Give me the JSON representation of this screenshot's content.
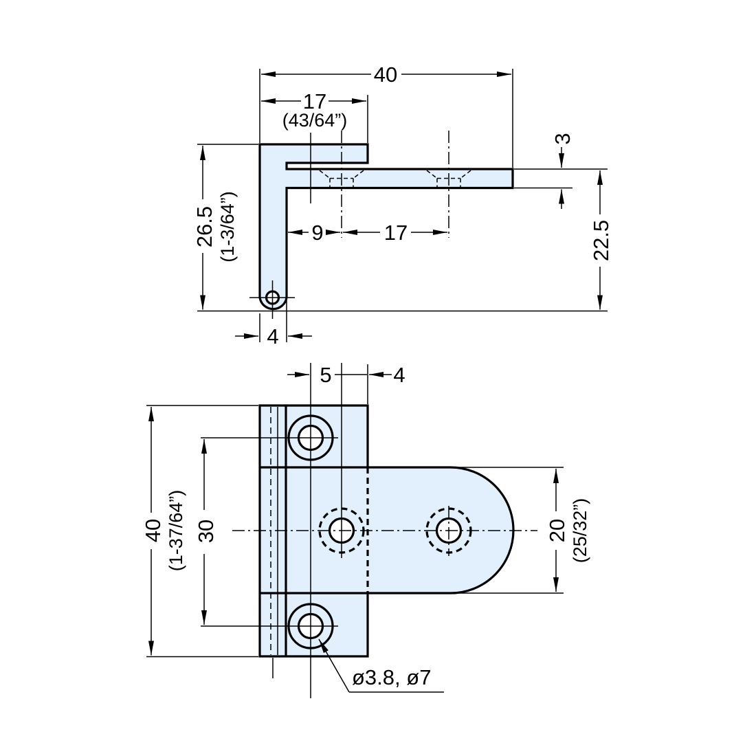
{
  "colors": {
    "part_fill": "#e1f0fc",
    "line": "#000000"
  },
  "side_view": {
    "overall_width": "40",
    "plate_width": "17",
    "plate_width_inch": "(43/64”)",
    "height": "26.5",
    "height_inch": "(1-3/64”)",
    "hole_offset": "9",
    "hole_pitch": "17",
    "flange_thickness": "3",
    "flange_to_bottom": "22.5",
    "leg_thickness": "4"
  },
  "front_view": {
    "plate_hole_to_flange_hole": "5",
    "flange_hole_to_edge": "4",
    "height": "40",
    "height_inch": "(1-37/64”)",
    "plate_hole_pitch": "30",
    "tab_height": "20",
    "tab_height_inch": "(25/32”)",
    "hole_callout": "ø3.8, ø7"
  }
}
